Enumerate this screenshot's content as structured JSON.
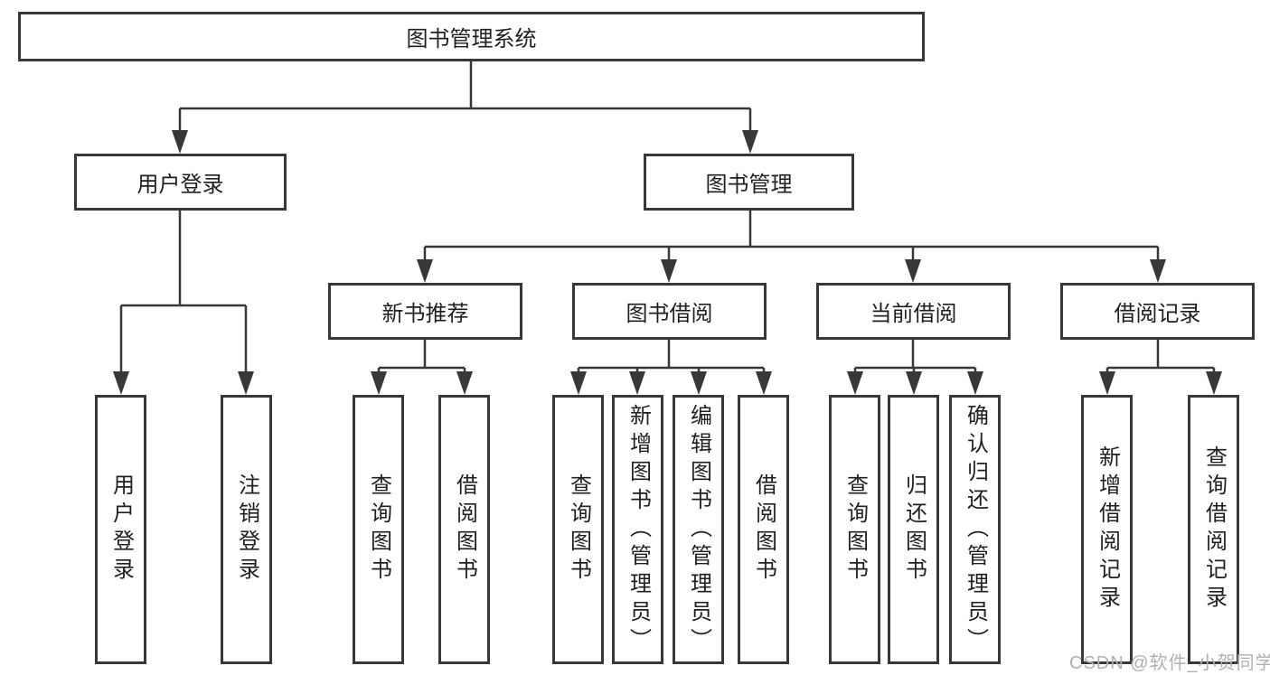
{
  "tree": {
    "label": "图书管理系统",
    "children": [
      {
        "label": "用户登录",
        "children": [
          {
            "label": "用户登录"
          },
          {
            "label": "注销登录"
          }
        ]
      },
      {
        "label": "图书管理",
        "children": [
          {
            "label": "新书推荐",
            "children": [
              {
                "label": "查询图书"
              },
              {
                "label": "借阅图书"
              }
            ]
          },
          {
            "label": "图书借阅",
            "children": [
              {
                "label": "查询图书"
              },
              {
                "label": "新增图书（管理员）"
              },
              {
                "label": "编辑图书（管理员）"
              },
              {
                "label": "借阅图书"
              }
            ]
          },
          {
            "label": "当前借阅",
            "children": [
              {
                "label": "查询图书"
              },
              {
                "label": "归还图书"
              },
              {
                "label": "确认归还（管理员）"
              }
            ]
          },
          {
            "label": "借阅记录",
            "children": [
              {
                "label": "新增借阅记录"
              },
              {
                "label": "查询借阅记录"
              }
            ]
          }
        ]
      }
    ]
  },
  "watermark": {
    "text": "CSDN @软件_小贺同学"
  },
  "colors": {
    "line": "#383838",
    "box_border": "#383838",
    "text": "#1f1f1f",
    "watermark": "#b0b0b0",
    "background": "#ffffff"
  }
}
